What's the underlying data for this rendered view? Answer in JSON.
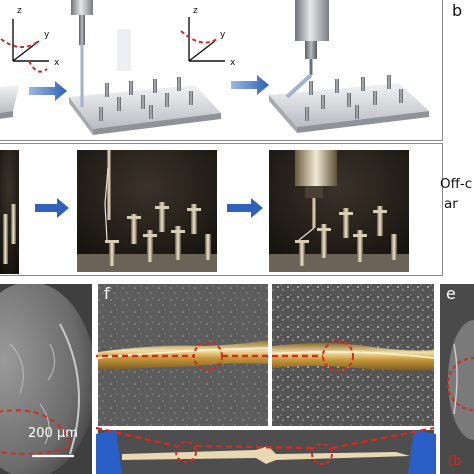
{
  "labels": {
    "b": "b",
    "f": "f",
    "e": "e",
    "side_line1": "Off-c",
    "side_line2": "ar",
    "bottom_right_fragment": "(b"
  },
  "axes": {
    "z": "z",
    "y": "y",
    "x": "x"
  },
  "scale_bar": {
    "text": "200 μm"
  },
  "colors": {
    "arrow_blue": "#2f62b8",
    "highlight_red": "#d52b1e",
    "frame_gray": "#8a8a8a",
    "fiber_gold": "#d9b879"
  }
}
